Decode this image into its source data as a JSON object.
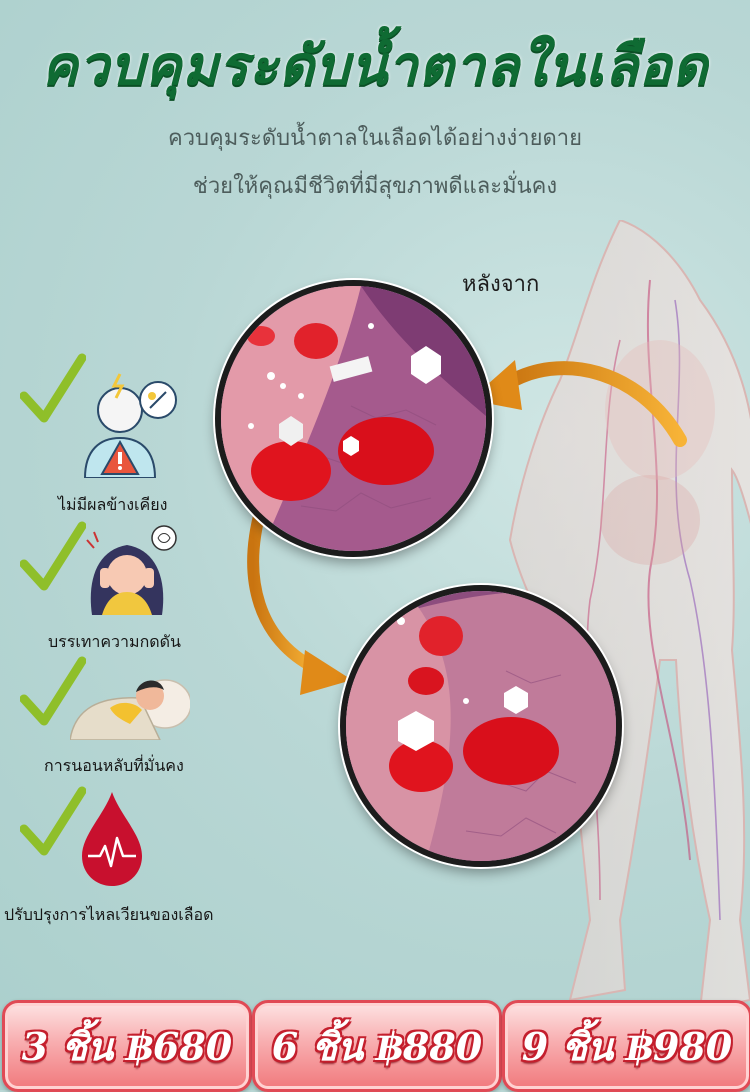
{
  "header": {
    "title": "ควบคุมระดับน้ำตาลในเลือด",
    "subtitle_line1": "ควบคุมระดับน้ำตาลในเลือดได้อย่างง่ายดาย",
    "subtitle_line2": "ช่วยให้คุณมีชีวิตที่มีสุขภาพดีและมั่นคง"
  },
  "illustration": {
    "after_label": "หลังจาก"
  },
  "benefits": [
    {
      "label": "ไม่มีผลข้างเคียง",
      "icon": "doctor-warning-icon"
    },
    {
      "label": "บรรเทาความกดดัน",
      "icon": "stressed-woman-icon"
    },
    {
      "label": "การนอนหลับที่มั่นคง",
      "icon": "sleeping-person-icon"
    },
    {
      "label": "ปรับปรุงการไหลเวียนของเลือด",
      "icon": "blood-drop-icon"
    }
  ],
  "prices": [
    {
      "label": "3 ชิ้น ฿680"
    },
    {
      "label": "6 ชิ้น ฿880"
    },
    {
      "label": "9 ชิ้น ฿980"
    }
  ],
  "colors": {
    "title": "#0f6b33",
    "check": "#8fbf2a",
    "arrow": "#f0a020",
    "price_border": "#e04a55"
  }
}
